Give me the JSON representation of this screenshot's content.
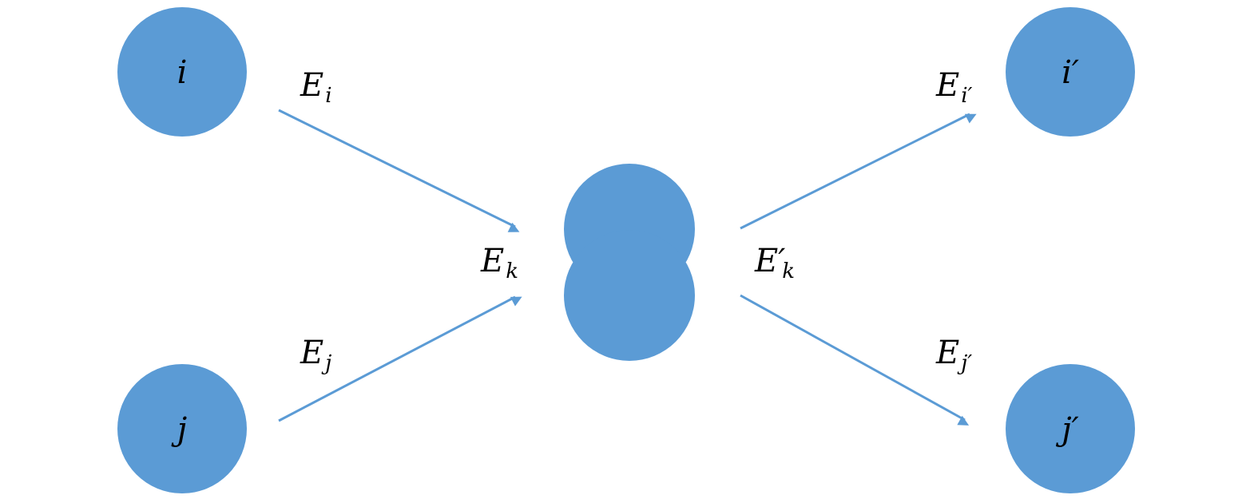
{
  "colors": {
    "node": "#5b9bd5",
    "edge": "#5b9bd5",
    "text": "#000000"
  },
  "nodes": {
    "i": {
      "label": "i"
    },
    "j": {
      "label": "j"
    },
    "i_prime": {
      "label": "i′"
    },
    "j_prime": {
      "label": "j′"
    },
    "merged": {
      "label": ""
    }
  },
  "edges": {
    "E_i": {
      "main": "E",
      "sub": "i"
    },
    "E_j": {
      "main": "E",
      "sub": "j"
    },
    "E_k": {
      "main": "E",
      "sub": "k"
    },
    "E_k_prime": {
      "main": "E′",
      "sub": "k"
    },
    "E_i_prime": {
      "main": "E",
      "sub": "i′"
    },
    "E_j_prime": {
      "main": "E",
      "sub": "j′"
    }
  }
}
